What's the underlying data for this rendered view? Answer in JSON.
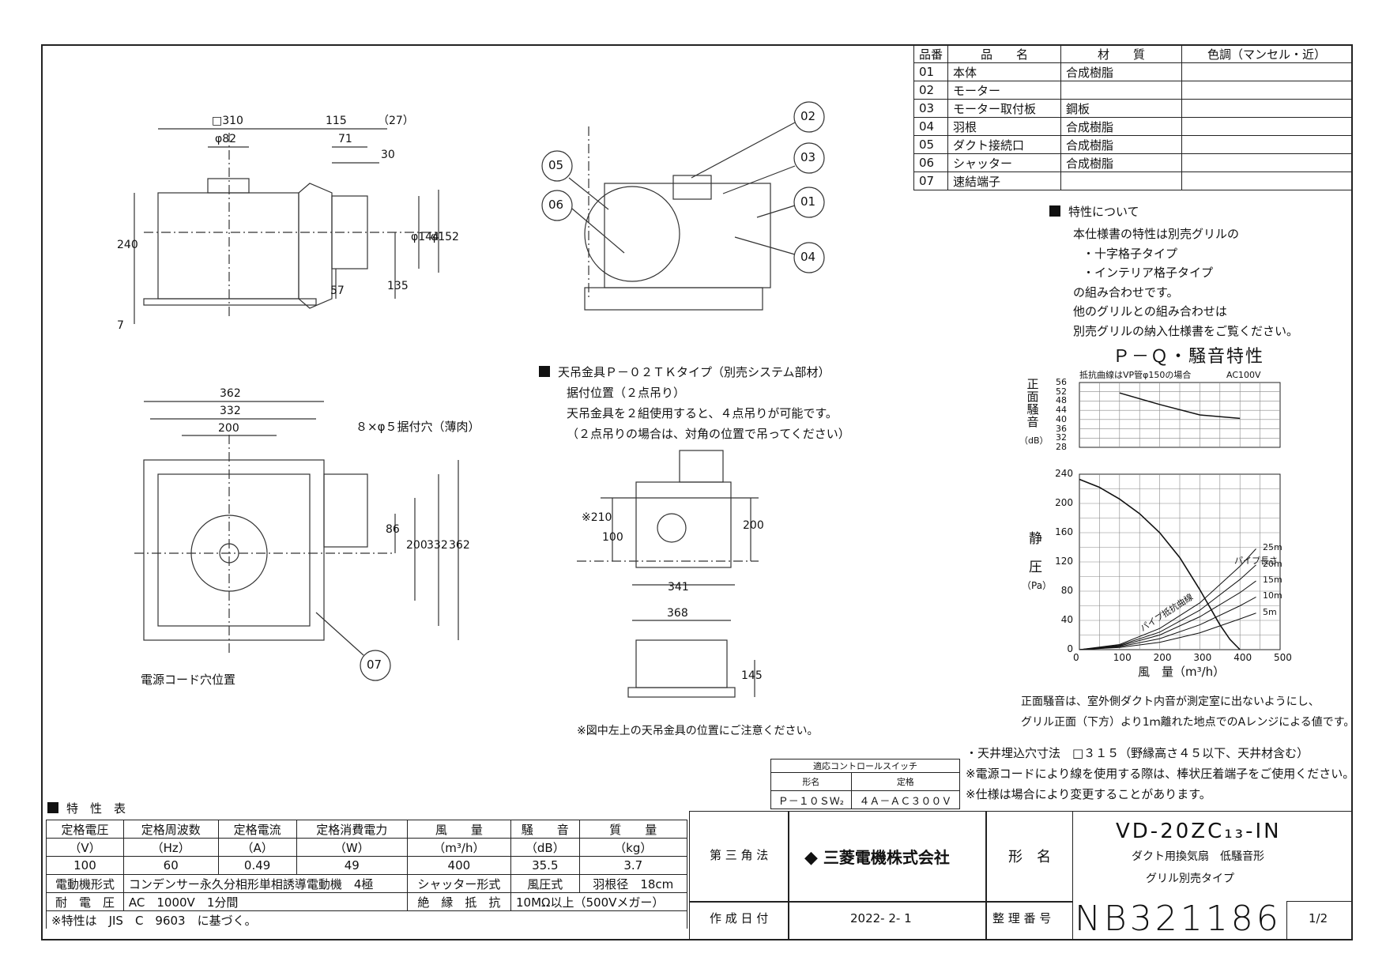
{
  "parts_table": {
    "headers": [
      "品番",
      "品　　名",
      "材　　質",
      "色調（マンセル・近）"
    ],
    "rows": [
      {
        "no": "01",
        "name": "本体",
        "material": "合成樹脂",
        "color": ""
      },
      {
        "no": "02",
        "name": "モーター",
        "material": "",
        "color": ""
      },
      {
        "no": "03",
        "name": "モーター取付板",
        "material": "鋼板",
        "color": ""
      },
      {
        "no": "04",
        "name": "羽根",
        "material": "合成樹脂",
        "color": ""
      },
      {
        "no": "05",
        "name": "ダクト接続口",
        "material": "合成樹脂",
        "color": ""
      },
      {
        "no": "06",
        "name": "シャッター",
        "material": "合成樹脂",
        "color": ""
      },
      {
        "no": "07",
        "name": "速結端子",
        "material": "",
        "color": ""
      }
    ]
  },
  "characteristics_note": {
    "heading": "特性について",
    "lines": [
      "本仕様書の特性は別売グリルの",
      "・十字格子タイプ",
      "・インテリア格子タイプ",
      "の組み合わせです。",
      "他のグリルとの組み合わせは",
      "別売グリルの納入仕様書をご覧ください。"
    ]
  },
  "pq_title": "Ｐ－Ｑ・騒音特性",
  "noise_chart": {
    "note": "抵抗曲線はVP管φ150の場合",
    "voltage": "AC100V",
    "ylabel_chars": [
      "正",
      "面",
      "騒",
      "音"
    ],
    "unit": "（dB）",
    "ticks": [
      "56",
      "52",
      "48",
      "44",
      "40",
      "36",
      "32",
      "28"
    ]
  },
  "pressure_chart": {
    "ylabel_chars": [
      "静",
      "圧"
    ],
    "unit": "（Pa）",
    "yticks": [
      "240",
      "200",
      "160",
      "120",
      "80",
      "40",
      "0"
    ],
    "xticks": [
      "0",
      "100",
      "200",
      "300",
      "400",
      "500"
    ],
    "xlabel": "風　量（m³/h）",
    "pipe_title": "パイプ長さ",
    "pipe_labels": [
      "25m",
      "20m",
      "15m",
      "10m",
      "5m"
    ],
    "resistance_label": "パイプ抵抗曲線"
  },
  "chart_data": [
    {
      "type": "line",
      "title": "",
      "ylabel": "正面騒音",
      "ylim": [
        28,
        56
      ],
      "series": [
        {
          "x": [
            100,
            200,
            300,
            400
          ],
          "y": [
            51.5,
            46.5,
            42,
            40.5
          ]
        }
      ]
    },
    {
      "type": "line",
      "title": "",
      "xlabel": "風　量（m³/h）",
      "ylabel": "静圧",
      "xlim": [
        0,
        500
      ],
      "ylim": [
        0,
        240
      ],
      "series": [
        {
          "x": [
            0,
            50,
            100,
            150,
            200,
            250,
            300,
            350,
            375,
            400
          ],
          "y": [
            233,
            222,
            206,
            186,
            160,
            126,
            82,
            34,
            14,
            0
          ]
        },
        {
          "name": "5m",
          "x": [
            0,
            100,
            200,
            300,
            400,
            440
          ],
          "y": [
            0,
            3,
            10,
            23,
            42,
            50
          ]
        },
        {
          "name": "10m",
          "x": [
            0,
            100,
            200,
            300,
            400,
            440
          ],
          "y": [
            0,
            4,
            15,
            34,
            60,
            72
          ]
        },
        {
          "name": "15m",
          "x": [
            0,
            100,
            200,
            300,
            400,
            440
          ],
          "y": [
            0,
            5,
            20,
            45,
            78,
            94
          ]
        },
        {
          "name": "20m",
          "x": [
            0,
            100,
            200,
            300,
            400,
            440
          ],
          "y": [
            0,
            6,
            24,
            54,
            96,
            116
          ]
        },
        {
          "name": "25m",
          "x": [
            0,
            100,
            200,
            300,
            400,
            440
          ],
          "y": [
            0,
            7,
            29,
            64,
            114,
            138
          ]
        }
      ]
    }
  ],
  "noise_note": [
    "正面騒音は、室外側ダクト内音が測定室に出ないようにし、",
    "グリル正面（下方）より1ｍ離れた地点でのAレンジによる値です。"
  ],
  "notes": [
    "・天井埋込穴寸法　□３１５（野縁高さ４５以下、天井材含む）",
    "※電源コードにより線を使用する際は、棒状圧着端子をご使用ください。",
    "※仕様は場合により変更することがあります。"
  ],
  "control_switch": {
    "title": "適応コントロールスイッチ",
    "h1": "形名",
    "h2": "定格",
    "v1": "Ｐ－１０ＳＷ₂",
    "v2": "４Ａ－ＡＣ３００Ｖ"
  },
  "hanger": {
    "heading": "天吊金具Ｐ－０２ＴＫタイプ（別売システム部材）",
    "lines": [
      "据付位置（２点吊り）",
      "天吊金具を２組使用すると、４点吊りが可能です。",
      "（２点吊りの場合は、対角の位置で吊ってください）"
    ]
  },
  "hanger_caution": "※図中左上の天吊金具の位置にご注意ください。",
  "mount_hole_label": "８×φ５据付穴（薄肉）",
  "power_cord_label": "電源コード穴位置",
  "balloons": [
    "05",
    "06",
    "02",
    "03",
    "01",
    "04",
    "07"
  ],
  "dims": {
    "top_view": [
      "□310",
      "115",
      "（27）",
      "φ82",
      "71",
      "30",
      "240",
      "φ144",
      "φ152",
      "135",
      "57",
      "7"
    ],
    "plan_view": [
      "362",
      "332",
      "200",
      "86",
      "200",
      "332",
      "362"
    ],
    "hanger_view": [
      "※210",
      "100",
      "200",
      "341"
    ],
    "hanger_side": [
      "368",
      "145"
    ]
  },
  "spec_table": {
    "title": "特　性　表",
    "headers": [
      "定格電圧",
      "定格周波数",
      "定格電流",
      "定格消費電力",
      "風　　量",
      "騒　　音",
      "質　　量"
    ],
    "units": [
      "（V）",
      "（Hz）",
      "（A）",
      "（W）",
      "（m³/h）",
      "（dB）",
      "（kg）"
    ],
    "values": [
      "100",
      "60",
      "0.49",
      "49",
      "400",
      "35.5",
      "3.7"
    ],
    "motor_label": "電動機形式",
    "motor_value": "コンデンサー永久分相形単相誘導電動機　4極",
    "shutter_label": "シャッター形式",
    "shutter_value": "風圧式",
    "blade_label": "羽根径",
    "blade_value": "18cm",
    "withstand_label": "耐　電　圧",
    "withstand_value": "AC　1000V　1分間",
    "insulation_label": "絶　縁　抵　抗",
    "insulation_value": "10MΩ以上（500Vメガー）",
    "footnote": "※特性は　JIS　C　9603　に基づく。"
  },
  "title_block": {
    "projection": "第 三 角 法",
    "company": "三菱電機株式会社",
    "model_label": "形　名",
    "model": "VD-20ZC₁₃-IN",
    "desc1": "ダクト用換気扇　低騒音形",
    "desc2": "グリル別売タイプ",
    "date_label": "作 成 日 付",
    "date": "2022- 2- 1",
    "number_label": "整 理 番 号",
    "number": "NB321186",
    "page": "1/2"
  }
}
